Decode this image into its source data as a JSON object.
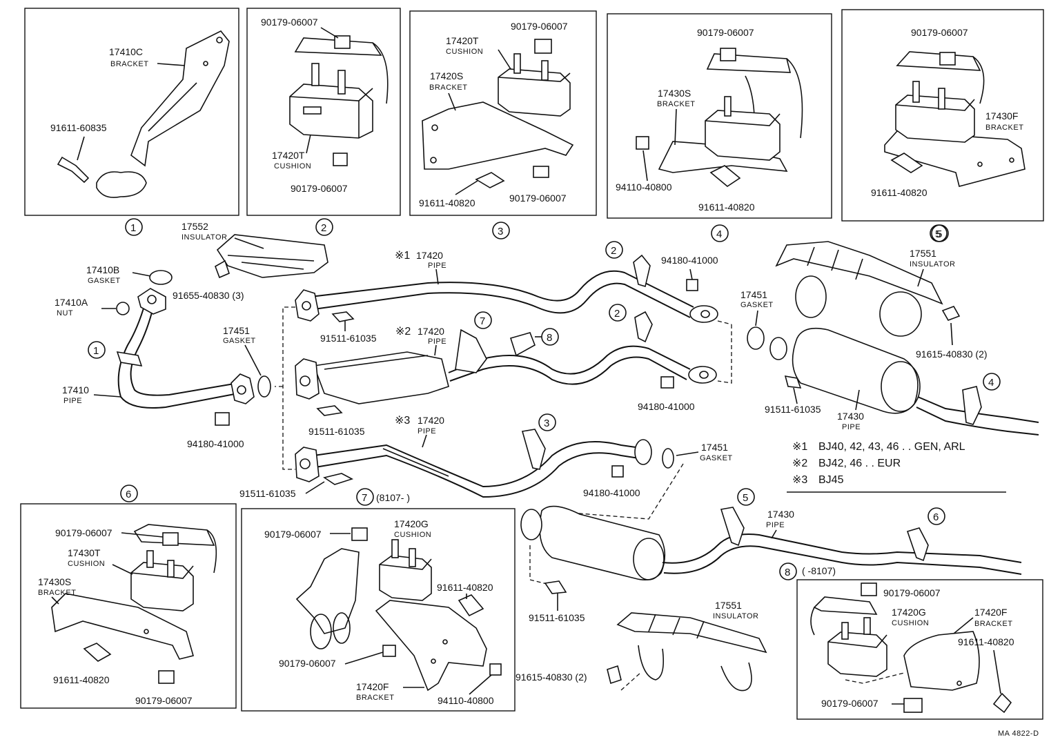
{
  "boxes": {
    "b1": {
      "num": "1",
      "part_bracket": "17410C",
      "label_bracket": "BRACKET",
      "part_bolt": "91611-60835"
    },
    "b2": {
      "num": "2",
      "part_nut_top": "90179-06007",
      "part_cushion": "17420T",
      "label_cushion": "CUSHION",
      "part_nut_bottom": "90179-06007"
    },
    "b3": {
      "num": "3",
      "part_nut_top": "90179-06007",
      "part_cushion": "17420T",
      "label_cushion": "CUSHION",
      "part_bracket": "17420S",
      "label_bracket": "BRACKET",
      "part_bolt": "91611-40820",
      "part_nut_bottom": "90179-06007"
    },
    "b4": {
      "num": "4",
      "part_nut_top": "90179-06007",
      "part_bracket": "17430S",
      "label_bracket": "BRACKET",
      "part_nut": "94110-40800",
      "part_bolt": "91611-40820"
    },
    "b5": {
      "num": "5",
      "part_nut_top": "90179-06007",
      "part_bracket": "17430F",
      "label_bracket": "BRACKET",
      "part_bolt": "91611-40820"
    },
    "b6": {
      "num": "6",
      "part_nut_top": "90179-06007",
      "part_cushion": "17430T",
      "label_cushion": "CUSHION",
      "part_bracket": "17430S",
      "label_bracket": "BRACKET",
      "part_bolt": "91611-40820",
      "part_nut_bottom": "90179-06007"
    },
    "b7": {
      "num": "7",
      "title": "(8107-        )",
      "part_nut_top": "90179-06007",
      "part_cushion": "17420G",
      "label_cushion": "CUSHION",
      "part_bolt": "91611-40820",
      "part_nut_mid": "90179-06007",
      "part_bracket": "17420F",
      "label_bracket": "BRACKET",
      "part_nut": "94110-40800"
    },
    "b8": {
      "num": "8",
      "title": "(        -8107)",
      "part_nut_top": "90179-06007",
      "part_cushion": "17420G",
      "label_cushion": "CUSHION",
      "part_bracket": "17420F",
      "label_bracket": "BRACKET",
      "part_bolt": "91611-40820",
      "part_nut_bottom": "90179-06007"
    }
  },
  "main": {
    "insulator_top": {
      "part": "17552",
      "label": "INSULATOR",
      "bolt": "91655-40830 (3)"
    },
    "gasket_front": {
      "part": "17410B",
      "label": "GASKET"
    },
    "nut_front": {
      "part": "17410A",
      "label": "NUT"
    },
    "pipe_front": {
      "part": "17410",
      "label": "PIPE",
      "ref": "1"
    },
    "gasket_17451_a": {
      "part": "17451",
      "label": "GASKET"
    },
    "nut_94180_a": "94180-41000",
    "pipe_1": {
      "mark": "※1",
      "part": "17420",
      "label": "PIPE",
      "bolt": "91511-61035",
      "ref": "2",
      "nut": "94180-41000"
    },
    "pipe_2": {
      "mark": "※2",
      "part": "17420",
      "label": "PIPE",
      "bolt": "91511-61035",
      "ref7": "7",
      "ref8": "8",
      "ref2": "2",
      "nut": "94180-41000"
    },
    "pipe_3": {
      "mark": "※3",
      "part": "17420",
      "label": "PIPE",
      "bolt": "91511-61035",
      "ref": "3",
      "nut": "94180-41000"
    },
    "gasket_17451_b": {
      "part": "17451",
      "label": "GASKET"
    },
    "gasket_17451_c": {
      "part": "17451",
      "label": "GASKET"
    },
    "insulator_right": {
      "part": "17551",
      "label": "INSULATOR",
      "ref": "5",
      "bolt": "91615-40830 (2)"
    },
    "muffler_right": {
      "part": "17430",
      "label": "PIPE",
      "bolt": "91511-61035",
      "ref": "4"
    },
    "muffler_bottom": {
      "part": "17430",
      "label": "PIPE",
      "ref5": "5",
      "ref6": "6",
      "bolt": "91511-61035"
    },
    "insulator_bottom": {
      "part": "17551",
      "label": "INSULATOR",
      "bolt": "91615-40830 (2)"
    }
  },
  "legend": [
    {
      "mark": "※1",
      "text": "BJ40, 42, 43, 46 . . GEN, ARL"
    },
    {
      "mark": "※2",
      "text": "BJ42, 46 . . EUR"
    },
    {
      "mark": "※3",
      "text": "BJ45"
    }
  ],
  "footer_code": "MA  4822-D"
}
